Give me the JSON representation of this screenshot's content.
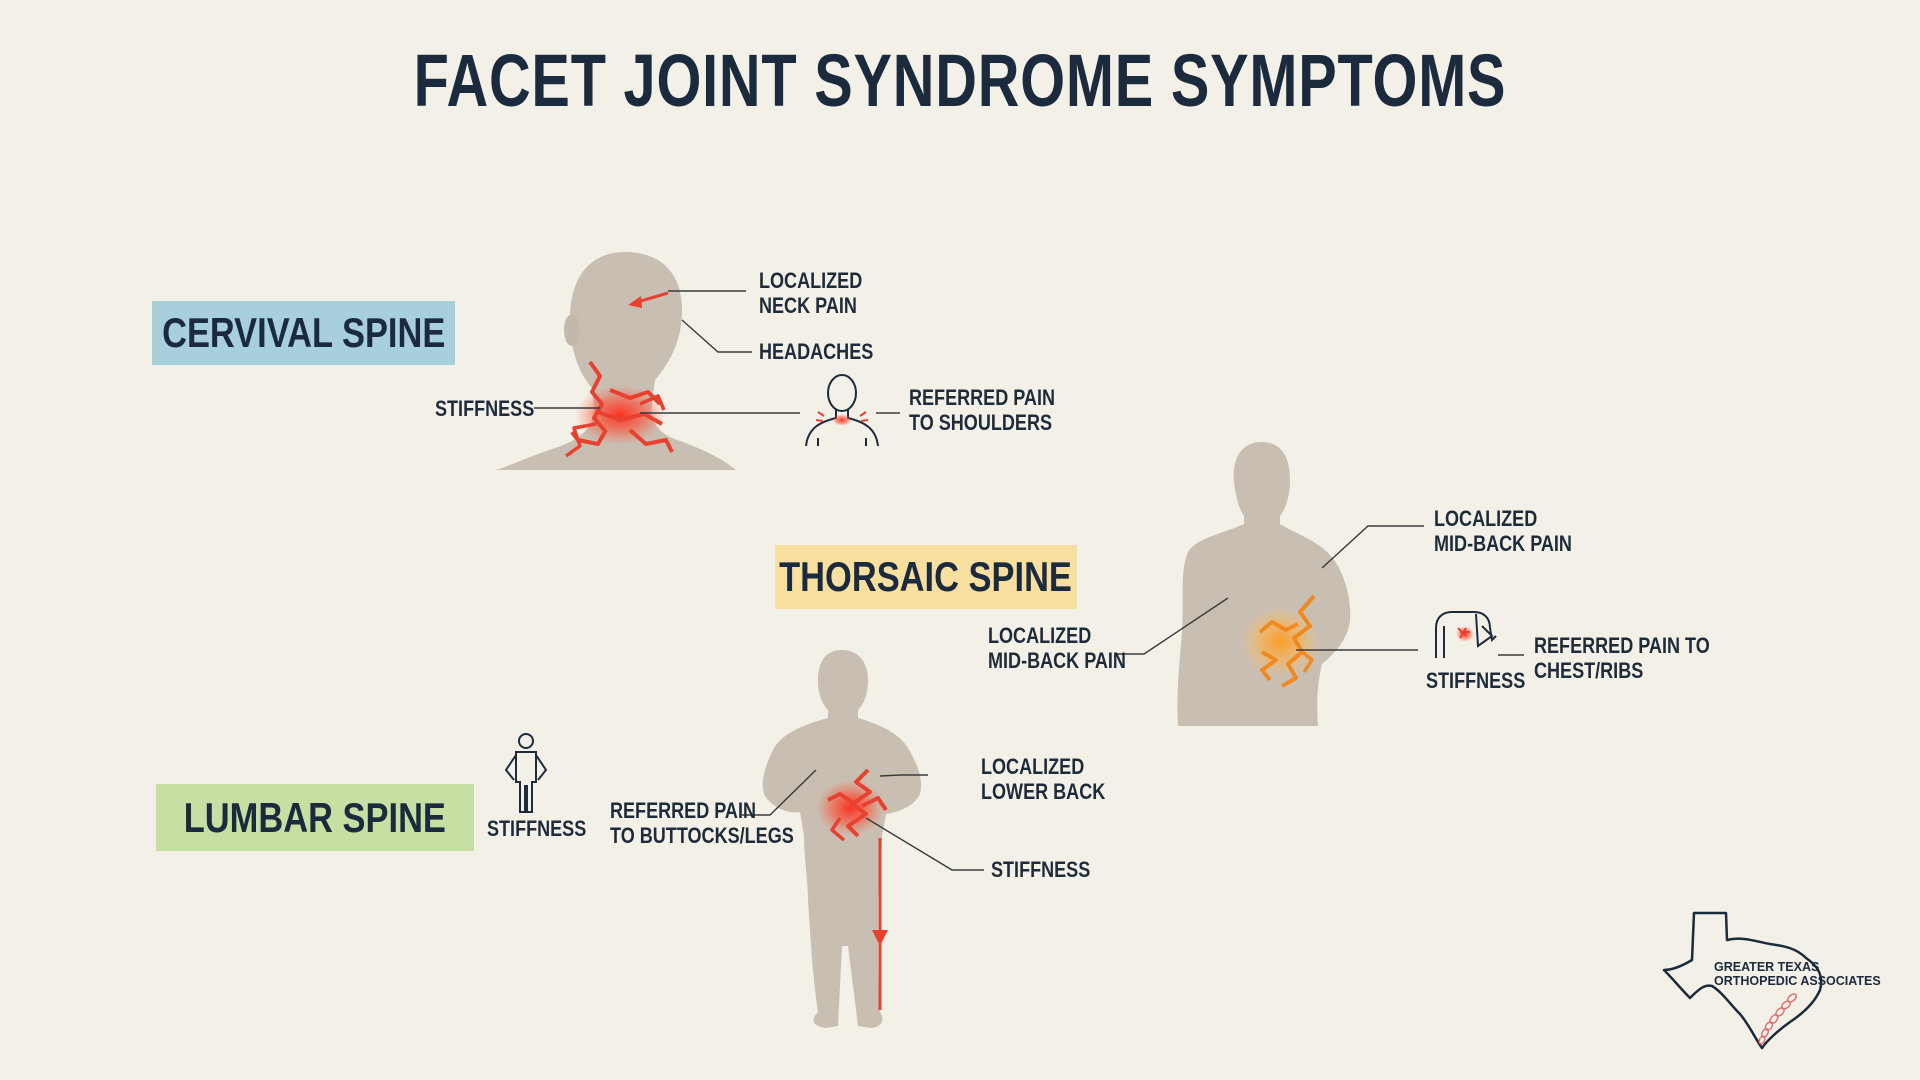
{
  "title": "FACET JOINT SYNDROME SYMPTOMS",
  "colors": {
    "background": "#f3f0e8",
    "silhouette": "#c9beb2",
    "pain_red": "#e8412f",
    "pain_orange": "#f39a2e",
    "cervical_badge": "#a8cfdc",
    "thoracic_badge": "#f7dfa0",
    "lumbar_badge": "#c8dfa3",
    "text": "#1e2b3a"
  },
  "sections": {
    "cervical": {
      "badge": "CERVIVAL SPINE",
      "labels": {
        "localized_line1": "LOCALIZED",
        "localized_line2": "NECK PAIN",
        "headaches": "HEADACHES",
        "stiffness": "STIFFNESS",
        "referred_line1": "REFERRED PAIN",
        "referred_line2": "TO SHOULDERS"
      },
      "icons": [
        "head-neck-silhouette",
        "shoulders-person-icon"
      ]
    },
    "thoracic": {
      "badge": "THORSAIC SPINE",
      "labels": {
        "localized_top_line1": "LOCALIZED",
        "localized_top_line2": "MID-BACK PAIN",
        "localized_left_line1": "LOCALIZED",
        "localized_left_line2": "MID-BACK PAIN",
        "stiffness": "STIFFNESS",
        "referred_line1": "REFERRED PAIN TO",
        "referred_line2": "CHEST/RIBS"
      },
      "icons": [
        "torso-silhouette",
        "chest-ribs-icon"
      ]
    },
    "lumbar": {
      "badge": "LUMBAR SPINE",
      "labels": {
        "stiffness_icon_label": "STIFFNESS",
        "referred_line1": "REFERRED PAIN",
        "referred_line2": "TO BUTTOCKS/LEGS",
        "localized_line1": "LOCALIZED",
        "localized_line2": "LOWER BACK",
        "stiffness": "STIFFNESS"
      },
      "icons": [
        "full-body-silhouette",
        "standing-person-icon"
      ]
    }
  },
  "logo": {
    "line1": "GREATER TEXAS",
    "line2": "ORTHOPEDIC ASSOCIATES",
    "icon": "texas-spine-logo-icon"
  }
}
